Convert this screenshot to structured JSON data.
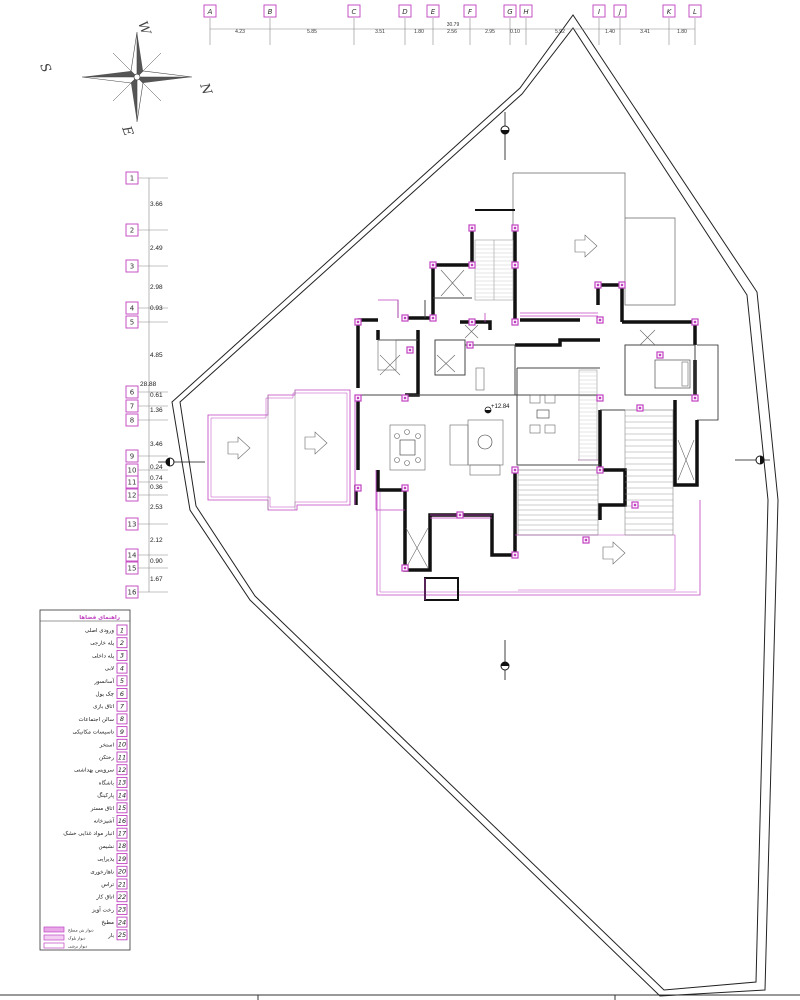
{
  "grid_columns": [
    {
      "label": "A"
    },
    {
      "label": "B"
    },
    {
      "label": "C"
    },
    {
      "label": "D"
    },
    {
      "label": "E"
    },
    {
      "label": "F"
    },
    {
      "label": "G"
    },
    {
      "label": "H"
    },
    {
      "label": "I"
    },
    {
      "label": "J"
    },
    {
      "label": "K"
    },
    {
      "label": "L"
    }
  ],
  "column_dims": [
    "4.23",
    "5.85",
    "3.51",
    "1.80",
    "2.56",
    "2.95",
    "0.10",
    "5.92",
    "1.40",
    "3.41",
    "1.80"
  ],
  "column_total": "30.79",
  "grid_rows": [
    {
      "label": "1"
    },
    {
      "label": "2"
    },
    {
      "label": "3"
    },
    {
      "label": "4"
    },
    {
      "label": "5"
    },
    {
      "label": "6"
    },
    {
      "label": "7"
    },
    {
      "label": "8"
    },
    {
      "label": "9"
    },
    {
      "label": "10"
    },
    {
      "label": "11"
    },
    {
      "label": "12"
    },
    {
      "label": "13"
    },
    {
      "label": "14"
    },
    {
      "label": "15"
    },
    {
      "label": "16"
    }
  ],
  "row_dims": [
    "3.66",
    "2.49",
    "2.98",
    "0.93",
    "4.85",
    "0.61",
    "1.36",
    "3.46",
    "0.24",
    "0.74",
    "0.36",
    "2.53",
    "2.12",
    "0.90",
    "1.67"
  ],
  "row_total": "28.88",
  "compass": {
    "north": "N",
    "south": "S",
    "east": "E",
    "west": "W"
  },
  "level_mark": "+12.84",
  "legend": {
    "title": "راهنمای فضاها",
    "items": [
      {
        "num": "1",
        "text": "ورودی اصلی"
      },
      {
        "num": "2",
        "text": "پله خارجی"
      },
      {
        "num": "3",
        "text": "پله داخلی"
      },
      {
        "num": "4",
        "text": "لابی"
      },
      {
        "num": "5",
        "text": "آسانسور"
      },
      {
        "num": "6",
        "text": "چک پول"
      },
      {
        "num": "7",
        "text": "اتاق بازی"
      },
      {
        "num": "8",
        "text": "سالن اجتماعات"
      },
      {
        "num": "9",
        "text": "تاسیسات مکانیکی"
      },
      {
        "num": "10",
        "text": "استخر"
      },
      {
        "num": "11",
        "text": "رختکن"
      },
      {
        "num": "12",
        "text": "سرویس بهداشتی"
      },
      {
        "num": "13",
        "text": "باشگاه"
      },
      {
        "num": "14",
        "text": "پارکینگ"
      },
      {
        "num": "15",
        "text": "اتاق مستر"
      },
      {
        "num": "16",
        "text": "آشپزخانه"
      },
      {
        "num": "17",
        "text": "انبار مواد غذایی خشک"
      },
      {
        "num": "18",
        "text": "نشیمن"
      },
      {
        "num": "19",
        "text": "پذیرایی"
      },
      {
        "num": "20",
        "text": "ناهارخوری"
      },
      {
        "num": "21",
        "text": "تراس"
      },
      {
        "num": "22",
        "text": "اتاق کار"
      },
      {
        "num": "23",
        "text": "رخت آویز"
      },
      {
        "num": "24",
        "text": "مطبخ"
      },
      {
        "num": "25",
        "text": "بار"
      }
    ],
    "wall_keys": [
      {
        "text": "دیوار بتن مسلح"
      },
      {
        "text": "دیوار بلوک"
      },
      {
        "text": "دیوار برشی"
      }
    ]
  },
  "colors": {
    "magenta": "#c040c0",
    "wall": "#111111",
    "line": "#666666"
  }
}
